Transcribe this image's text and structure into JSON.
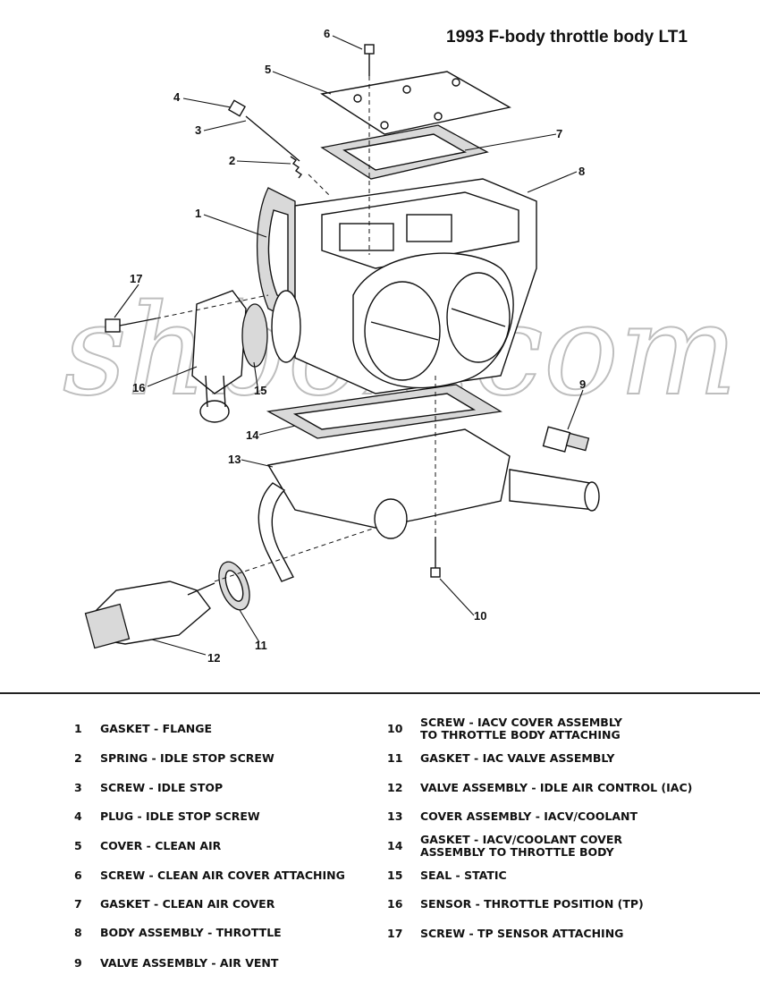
{
  "title": "1993 F-body throttle body LT1",
  "watermark": "shbox.com",
  "callouts": [
    "1",
    "2",
    "3",
    "4",
    "5",
    "6",
    "7",
    "8",
    "9",
    "10",
    "11",
    "12",
    "13",
    "14",
    "15",
    "16",
    "17"
  ],
  "legend": [
    {
      "num": "1",
      "label": "GASKET - FLANGE"
    },
    {
      "num": "2",
      "label": "SPRING - IDLE STOP SCREW"
    },
    {
      "num": "3",
      "label": "SCREW - IDLE STOP"
    },
    {
      "num": "4",
      "label": "PLUG - IDLE STOP SCREW"
    },
    {
      "num": "5",
      "label": "COVER - CLEAN AIR"
    },
    {
      "num": "6",
      "label": "SCREW - CLEAN AIR COVER ATTACHING"
    },
    {
      "num": "7",
      "label": "GASKET - CLEAN AIR COVER"
    },
    {
      "num": "8",
      "label": "BODY ASSEMBLY - THROTTLE"
    },
    {
      "num": "9",
      "label": "VALVE ASSEMBLY - AIR VENT"
    },
    {
      "num": "10",
      "label": "SCREW - IACV COVER ASSEMBLY TO THROTTLE BODY ATTACHING"
    },
    {
      "num": "11",
      "label": "GASKET - IAC VALVE ASSEMBLY"
    },
    {
      "num": "12",
      "label": "VALVE ASSEMBLY - IDLE AIR CONTROL (IAC)"
    },
    {
      "num": "13",
      "label": "COVER ASSEMBLY - IACV/COOLANT"
    },
    {
      "num": "14",
      "label": "GASKET - IACV/COOLANT COVER ASSEMBLY TO THROTTLE BODY"
    },
    {
      "num": "15",
      "label": "SEAL - STATIC"
    },
    {
      "num": "16",
      "label": "SENSOR - THROTTLE POSITION (TP)"
    },
    {
      "num": "17",
      "label": "SCREW - TP SENSOR ATTACHING"
    }
  ]
}
